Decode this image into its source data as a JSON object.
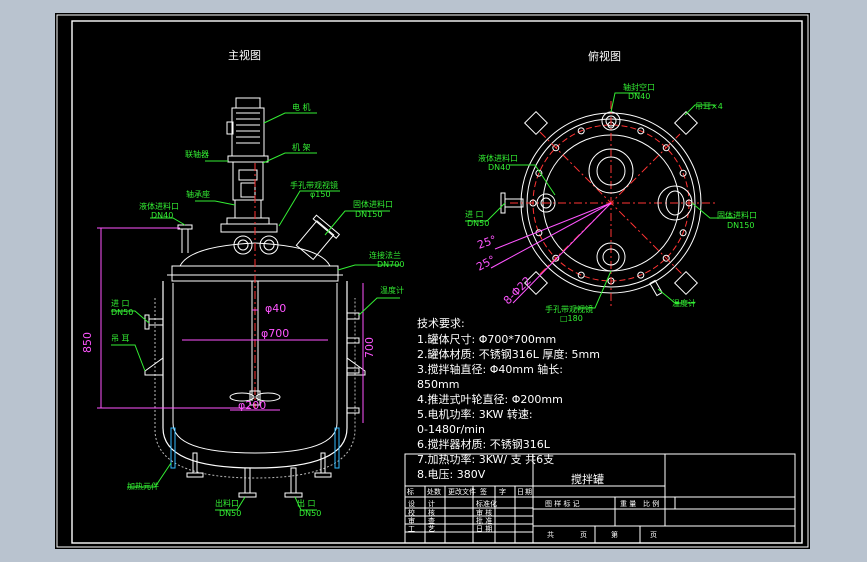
{
  "views": {
    "front_title": "主视图",
    "top_title": "俯视图"
  },
  "front_labels": {
    "motor": "电 机",
    "coupling": "联轴器",
    "frame": "机 架",
    "bearing": "轴承座",
    "manhole": "手孔带观视镜",
    "manhole_size": "φ150",
    "solid_inlet": "固体进料口",
    "solid_inlet_dn": "DN150",
    "liquid_inlet": "液体进料口",
    "liquid_inlet_dn": "DN40",
    "flange": "连接法兰",
    "flange_dn": "DN700",
    "thermometer": "温度计",
    "inlet": "进 口",
    "inlet_dn": "DN50",
    "lug": "吊 耳",
    "heater": "加热元件",
    "outlet_material": "出料口",
    "outlet_material_dn": "DN50",
    "outlet": "出 口",
    "outlet_dn": "DN50",
    "dim_shaft": "φ40",
    "dim_body": "φ700",
    "dim_impeller": "φ200",
    "dim_height": "850",
    "dim_700": "700"
  },
  "top_labels": {
    "shaft_port": "轴封空口",
    "shaft_port_dn": "DN40",
    "lug4": "吊耳×4",
    "liquid_inlet": "液体进料口",
    "liquid_inlet_dn": "DN40",
    "inlet": "进 口",
    "inlet_dn": "DN50",
    "solid_inlet": "固体进料口",
    "solid_inlet_dn": "DN150",
    "manhole": "手孔带观视镜",
    "manhole_size": "□180",
    "thermometer": "温度计",
    "angle1": "25°",
    "angle2": "25°",
    "angle3": "8-Φ22"
  },
  "specs": {
    "heading": "技术要求:",
    "lines": [
      "1.罐体尺寸: Φ700*700mm",
      "2.罐体材质: 不锈钢316L     厚度: 5mm",
      "3.搅拌轴直径: Φ40mm          轴长:",
      "850mm",
      "4.推进式叶轮直径: Φ200mm",
      "5.电机功率: 3KW                 转速:",
      "0-1480r/min",
      "6.搅拌器材质: 不锈钢316L",
      "7.加热功率: 3KW/ 支    共6支",
      "8.电压: 380V"
    ]
  },
  "title_block": {
    "drawing_name": "搅拌罐",
    "header_row": [
      "标",
      "处数",
      "更改文件",
      "签",
      "字",
      "日",
      "期"
    ],
    "rows": [
      [
        "设",
        "计",
        "",
        "标准化"
      ],
      [
        "校",
        "核",
        "",
        "审 核"
      ],
      [
        "审",
        "查",
        "",
        "批 准"
      ],
      [
        "工",
        "艺",
        "",
        "日 期"
      ]
    ],
    "right_header": [
      "图 样 标 记",
      "重 量",
      "比 例"
    ],
    "sheet_row": [
      "共",
      "页",
      "第",
      "页"
    ]
  },
  "colors": {
    "background": "#000000",
    "frame": "#ffffff",
    "center_line": "#ff3333",
    "equipment": "#ffffff",
    "leader": "#33ee33",
    "dimension": "#ff55ff",
    "insulation": "#bbbbbb"
  }
}
